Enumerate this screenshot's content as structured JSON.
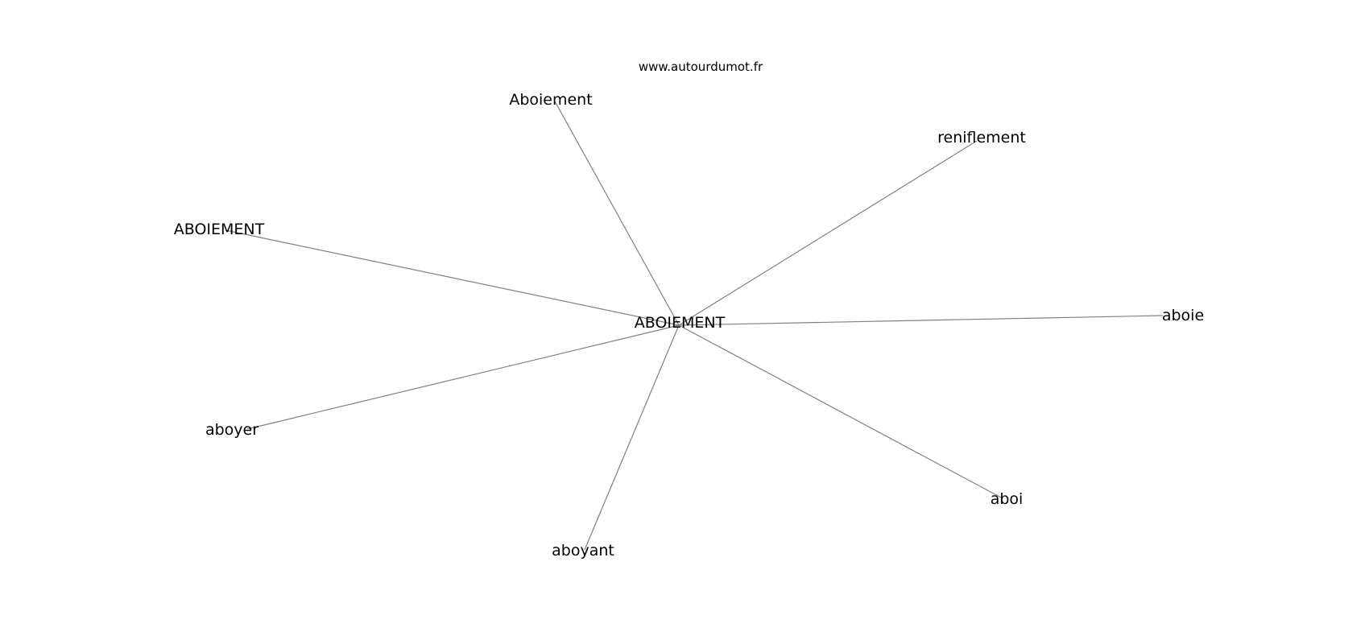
{
  "watermark": "www.autourdumot.fr",
  "graph": {
    "center": "ABOIEMENT",
    "nodes": [
      "Aboiement",
      "reniflement",
      "ABOIEMENT",
      "aboie",
      "aboyer",
      "aboi",
      "aboyant"
    ]
  },
  "colors": {
    "edge": "#808080",
    "text": "#000000",
    "background": "#ffffff"
  }
}
